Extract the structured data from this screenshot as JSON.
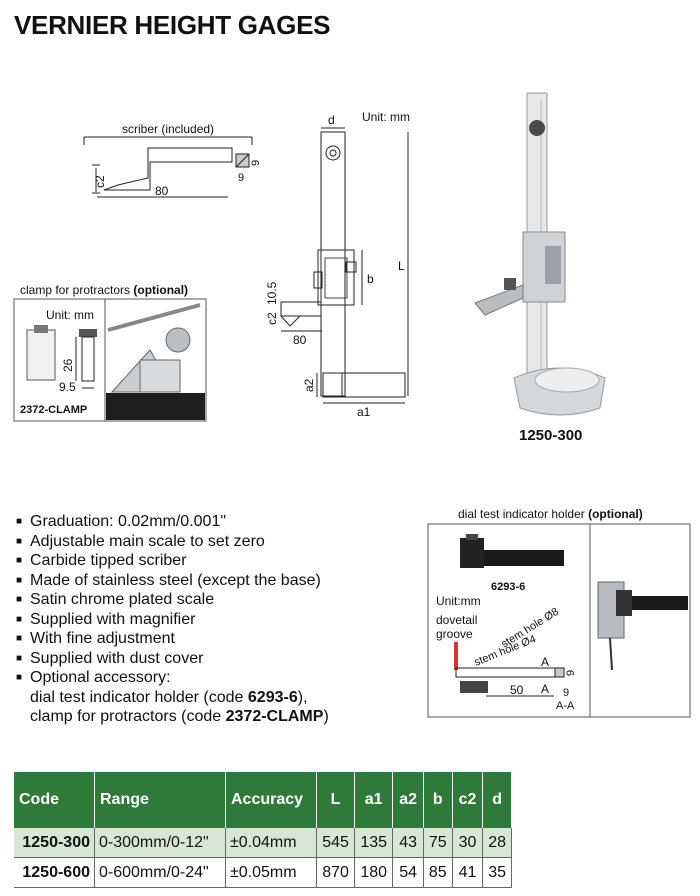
{
  "title": "VERNIER HEIGHT GAGES",
  "diagram": {
    "unit": "Unit: mm",
    "labels": {
      "d": "d",
      "L": "L",
      "b": "b",
      "c2": "c2",
      "v105": "10.5",
      "v80": "80",
      "a2": "a2",
      "a1": "a1"
    },
    "model": "1250-300"
  },
  "scriber": {
    "title": "scriber (included)",
    "c2": "c2",
    "len": "80",
    "w9a": "9",
    "w9b": "9"
  },
  "clamp": {
    "title": "clamp for protractors ",
    "title_bold": "(optional)",
    "unit": "Unit: mm",
    "h": "26",
    "w": "9.5",
    "code": "2372-CLAMP"
  },
  "dial_holder": {
    "title": "dial test indicator holder ",
    "title_bold": "(optional)",
    "code": "6293-6",
    "unit": "Unit:mm",
    "dovetail": "dovetail",
    "groove": "groove",
    "stem4": "stem hole Ø4",
    "stem8": "stem hole Ø8",
    "A1": "A",
    "A2": "A",
    "w9a": "9",
    "w9b": "9",
    "len": "50",
    "section": "A-A"
  },
  "features": [
    "Graduation: 0.02mm/0.001\"",
    "Adjustable main scale to set zero",
    "Carbide tipped scriber",
    "Made of stainless steel (except the base)",
    "Satin chrome plated scale",
    "Supplied with magnifier",
    "With fine adjustment",
    "Supplied with dust cover",
    "Optional accessory:"
  ],
  "accessory": {
    "line1_pre": "dial test indicator holder (code ",
    "line1_bold": "6293-6",
    "line1_post": "),",
    "line2_pre": "clamp for protractors (code ",
    "line2_bold": "2372-CLAMP",
    "line2_post": ")"
  },
  "table": {
    "headers": [
      "Code",
      "Range",
      "Accuracy",
      "L",
      "a1",
      "a2",
      "b",
      "c2",
      "d"
    ],
    "rows": [
      [
        "1250-300",
        "0-300mm/0-12\"",
        "±0.04mm",
        "545",
        "135",
        "43",
        "75",
        "30",
        "28"
      ],
      [
        "1250-600",
        "0-600mm/0-24\"",
        "±0.05mm",
        "870",
        "180",
        "54",
        "85",
        "41",
        "35"
      ]
    ]
  }
}
